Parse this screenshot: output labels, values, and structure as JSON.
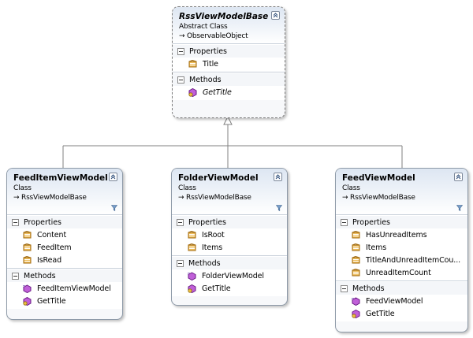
{
  "classes": {
    "base": {
      "name": "RssViewModelBase",
      "kind": "Abstract Class",
      "base": "ObservableObject",
      "properties_label": "Properties",
      "properties": [
        "Title"
      ],
      "methods_label": "Methods",
      "methods": [
        "GetTitle"
      ]
    },
    "feeditem": {
      "name": "FeedItemViewModel",
      "kind": "Class",
      "base": "RssViewModelBase",
      "properties_label": "Properties",
      "properties": [
        "Content",
        "FeedItem",
        "IsRead"
      ],
      "methods_label": "Methods",
      "methods": [
        "FeedItemViewModel",
        "GetTitle"
      ]
    },
    "folder": {
      "name": "FolderViewModel",
      "kind": "Class",
      "base": "RssViewModelBase",
      "properties_label": "Properties",
      "properties": [
        "IsRoot",
        "Items"
      ],
      "methods_label": "Methods",
      "methods": [
        "FolderViewModel",
        "GetTitle"
      ]
    },
    "feed": {
      "name": "FeedViewModel",
      "kind": "Class",
      "base": "RssViewModelBase",
      "properties_label": "Properties",
      "properties": [
        "HasUnreadItems",
        "Items",
        "TitleAndUnreadItemCou...",
        "UnreadItemCount"
      ],
      "methods_label": "Methods",
      "methods": [
        "FeedViewModel",
        "GetTitle"
      ]
    }
  },
  "colors": {
    "header_gradient_top": "#dde6f2",
    "border": "#8e9aa8",
    "connector": "#808080",
    "property_icon": "#e8a23a",
    "method_icon": "#a838c4"
  }
}
